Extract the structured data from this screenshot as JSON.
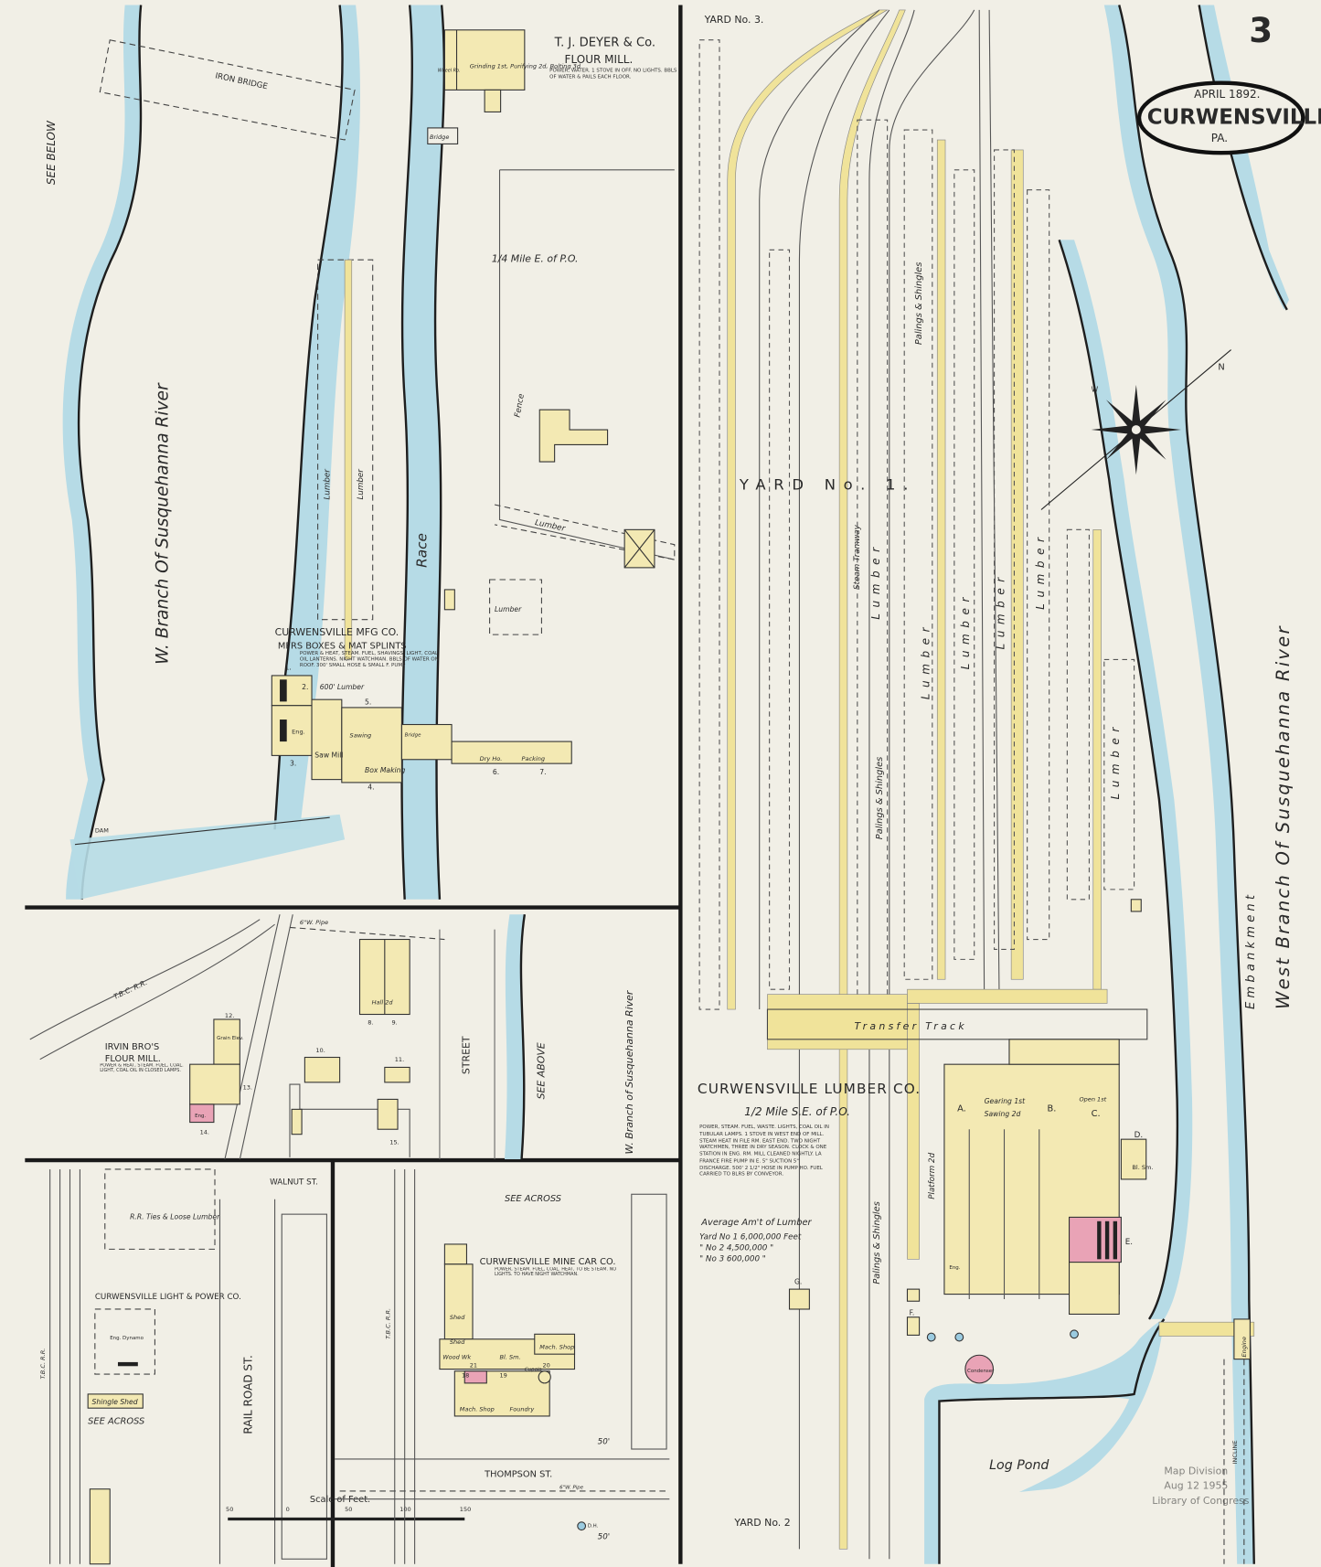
{
  "sheet": {
    "number": "3",
    "date": "APRIL 1892.",
    "town": "CURWENSVILLE",
    "state": "PA."
  },
  "colors": {
    "paper": "#f1efe6",
    "water": "#b6dbe6",
    "frame_building": "#f3e9b3",
    "brick_building": "#e9a3b6"
  },
  "stamp": {
    "line1": "Map Division",
    "line2": "Aug 12 1955",
    "line3": "Library of Congress"
  },
  "compass": {
    "icon": "compass-rose-icon",
    "north_label": "N",
    "west_label": "W"
  },
  "top_left_panel": {
    "see_below": "SEE BELOW",
    "iron_bridge": "IRON BRIDGE",
    "river": "W. Branch Of Susquehanna River",
    "race": "Race",
    "bridge": "Bridge",
    "dam": "DAM",
    "lumber_1": "Lumber",
    "lumber_2": "Lumber",
    "lumber_3": "Lumber",
    "lumber_4": "Lumber",
    "quarter_mile": "1/4 Mile E. of P.O.",
    "fence": "Fence",
    "flour_mill": {
      "name": "T. J. DEYER & Co.",
      "type": "FLOUR MILL.",
      "notes": "POWER, WATER. 1 STOVE IN OFF. NO LIGHTS. BBLS OF WATER & PAILS EACH FLOOR.",
      "interior": "Grinding 1st, Purifying 2d, Bolting 3d",
      "wheel": "Wheel Ro."
    },
    "mfg_co": {
      "name": "CURWENSVILLE MFG CO.",
      "subtitle": "MFRS BOXES & MAT SPLINTS",
      "notes": "POWER & HEAT, STEAM. FUEL, SHAVINGS. LIGHT, COAL OIL LANTERNS. NIGHT WATCHMAN. BBLS OF WATER ON ROOF. 300' SMALL HOSE & SMALL F. PUMP",
      "lumber": "600' Lumber",
      "eng": "Eng.",
      "saw_mill": "Saw Mill",
      "sawing": "Sawing",
      "box_making": "Box Making",
      "dry_ho": "Dry Ho.",
      "packing": "Packing",
      "bridge": "Bridge",
      "numbers": [
        "1.",
        "2.",
        "3.",
        "4.",
        "5.",
        "6.",
        "7."
      ]
    }
  },
  "middle_left_panel": {
    "railroad": "T.B.C. R.R.",
    "water_pipe": "6\"W. Pipe",
    "street": "STREET",
    "see_above": "SEE ABOVE",
    "river": "W. Branch of Susquehanna River",
    "irvin": {
      "name": "IRVIN BRO'S",
      "type": "FLOUR MILL.",
      "notes": "POWER & HEAT, STEAM. FUEL, COAL. LIGHT, COAL OIL IN CLOSED LAMPS.",
      "grain_elev": "Grain Elev.",
      "eng": "Eng."
    },
    "hall": "Hall 2d",
    "numbers": [
      "8.",
      "9.",
      "10.",
      "11.",
      "12.",
      "13.",
      "14.",
      "15."
    ]
  },
  "bottom_left_panel": {
    "ties": "R.R. Ties & Loose Lumber",
    "light_power": "CURWENSVILLE LIGHT & POWER CO.",
    "eng_dynamo": "Eng. Dynamo",
    "shingle_shed": "Shingle Shed",
    "see_across": "SEE ACROSS",
    "railroad": "T.B.C. R.R.",
    "walnut_st": "WALNUT ST.",
    "railroad_st": "RAIL ROAD ST."
  },
  "bottom_middle_panel": {
    "see_across": "SEE ACROSS",
    "railroad": "T.B.C. R.R.",
    "mine_car": {
      "name": "CURWENSVILLE MINE CAR CO.",
      "notes": "POWER, STEAM. FUEL, COAL. HEAT, TO BE STEAM. NO LIGHTS. TO HAVE NIGHT WATCHMAN.",
      "shed_1": "Shed",
      "shed_2": "Shed",
      "wood_wk": "Wood Wk",
      "bl_sm": "Bl. Sm.",
      "mach_shop": "Mach. Shop",
      "mach_shop_2": "Mach. Shop",
      "foundry": "Foundry",
      "cupola": "Cupola",
      "numbers": [
        "18",
        "19",
        "20",
        "21"
      ]
    },
    "thompson_st": "THOMPSON ST.",
    "water_pipe": "6\"W. Pipe",
    "dim_50a": "50'",
    "dim_50b": "50'",
    "dh": "D.H."
  },
  "scale": {
    "label": "Scale of Feet.",
    "ticks": [
      "50",
      "0",
      "50",
      "100",
      "150"
    ]
  },
  "right_panel": {
    "yard_3": "YARD No. 3.",
    "yard_1": "YARD No. 1.",
    "yard_2": "YARD No. 2",
    "palings_1": "Palings & Shingles",
    "palings_2": "Palings & Shingles",
    "palings_3": "Palings & Shingles",
    "steam_tramway": "Steam Tramway",
    "lumber": [
      "Lumber",
      "Lumber",
      "Lumber",
      "Lumber",
      "Lumber",
      "Lumber"
    ],
    "transfer_track": "Transfer Track",
    "lumber_co": {
      "name": "CURWENSVILLE LUMBER CO.",
      "distance": "1/2 Mile S.E. of P.O.",
      "notes": "POWER, STEAM. FUEL, WASTE. LIGHTS, COAL OIL IN TUBULAR LAMPS. 1 STOVE IN WEST END OF MILL. STEAM HEAT IN FILE RM. EAST END. TWO NIGHT WATCHMEN, THREE IN DRY SEASON. CLOCK & ONE STATION IN ENG. RM. MILL CLEANED NIGHTLY. LA FRANCE FIRE PUMP IN E. 5\" SUCTION 5\" DISCHARGE. 500' 2 1/2\" HOSE IN PUMP HO. FUEL CARRIED TO BLRS BY CONVEYOR.",
      "avg_title": "Average Am't of Lumber",
      "avg_yard1": "Yard No 1 6,000,000 Feet",
      "avg_yard2": "\" No 2 4,500,000 \"",
      "avg_yard3": "\" No 3 600,000 \"",
      "gearing": "Gearing 1st",
      "sawing": "Sawing 2d",
      "open": "Open 1st",
      "platform": "Platform 2d",
      "bl_sm": "Bl. Sm.",
      "eng": "Eng.",
      "condenser": "Condenser",
      "letters": [
        "A.",
        "B.",
        "C.",
        "D.",
        "E.",
        "F.",
        "G."
      ]
    },
    "log_pond": "Log Pond",
    "embankment": "E m b a n k m e n t",
    "incline": "INCLINE",
    "engine": "Engine",
    "river": "West Branch Of Susquehanna River"
  }
}
